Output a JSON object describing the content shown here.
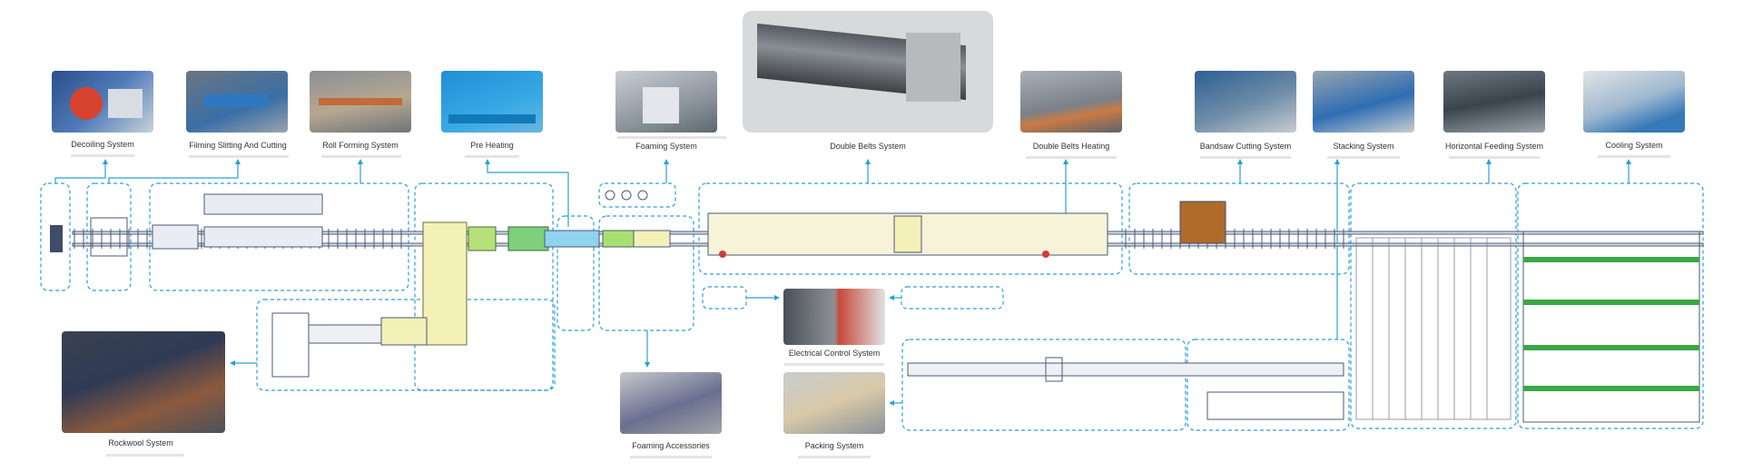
{
  "systems": {
    "decoiling": "Decoiling System",
    "filming": "Filming Slitting And Cutting",
    "roll_forming": "Roll Forming System",
    "pre_heating": "Pre Heating",
    "foaming": "Foaming System",
    "double_belts": "Double Belts System",
    "double_belts_heating": "Double Belts Heating",
    "bandsaw": "Bandsaw Cutting System",
    "stacking": "Stacking System",
    "horizontal_feeding": "Horizontal Feeding System",
    "cooling": "Cooling System",
    "rockwool": "Rockwool System",
    "foaming_accessories": "Foaming Accessories",
    "electrical_control": "Electrical Control System",
    "packing": "Packing System"
  },
  "colors": {
    "dash_border": "#2a9fd6",
    "machine_line": "#4a5a7a",
    "accent_yellow": "#f3f0b8",
    "accent_green": "#3aa845",
    "accent_blue": "#8fd3ee"
  }
}
